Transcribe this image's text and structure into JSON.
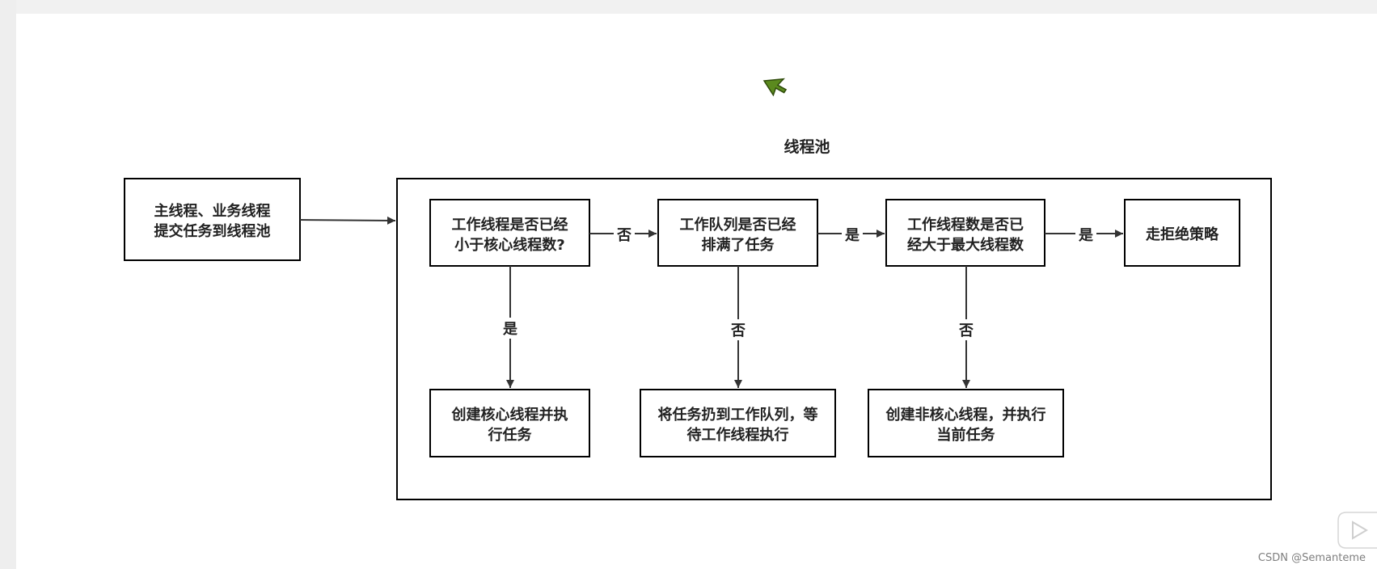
{
  "diagram": {
    "title": "线程池",
    "nodes": {
      "submit": {
        "lines": [
          "主线程、业务线程",
          "提交任务到线程池"
        ]
      },
      "check_core": {
        "lines": [
          "工作线程是否已经",
          "小于核心线程数?"
        ]
      },
      "check_queue": {
        "lines": [
          "工作队列是否已经",
          "排满了任务"
        ]
      },
      "check_max": {
        "lines": [
          "工作线程数是否已",
          "经大于最大线程数"
        ]
      },
      "reject": {
        "lines": [
          "走拒绝策略"
        ]
      },
      "create_core": {
        "lines": [
          "创建核心线程并执",
          "行任务"
        ]
      },
      "enqueue": {
        "lines": [
          "将任务扔到工作队列，等",
          "待工作线程执行"
        ]
      },
      "create_noncore": {
        "lines": [
          "创建非核心线程，并执行",
          "当前任务"
        ]
      }
    },
    "edges": {
      "core_to_queue": "否",
      "queue_to_max": "是",
      "max_to_reject": "是",
      "core_to_create": "是",
      "queue_to_enqueue": "否",
      "max_to_create": "否"
    }
  },
  "watermark": "CSDN @Semanteme",
  "icons": {
    "cursor": "cursor-icon",
    "play": "play-icon"
  },
  "colors": {
    "background": "#f1f1f1",
    "canvas": "#ffffff",
    "stroke": "#000000",
    "cursor": "#5b8a1e"
  }
}
